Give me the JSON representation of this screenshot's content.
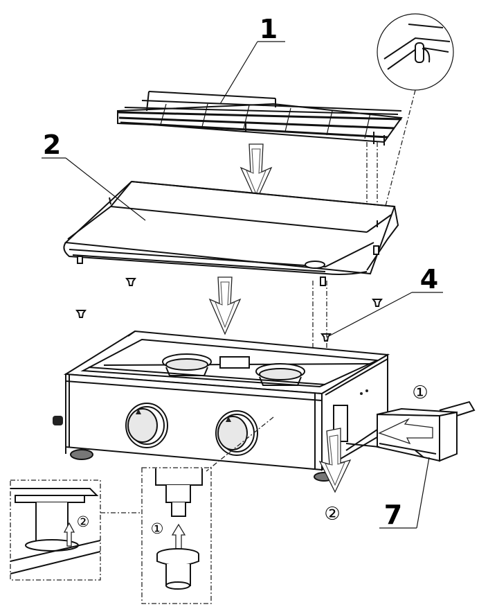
{
  "labels": {
    "part_1": "1",
    "part_2": "2",
    "part_4": "4",
    "part_7": "7",
    "step_1_drawer": "①",
    "step_2_drawer": "②",
    "step_1_knob": "①",
    "step_2_inset": "②"
  },
  "icons": {
    "down_arrow": "down-arrow-icon",
    "pull_arrow": "pull-arrow-icon"
  }
}
